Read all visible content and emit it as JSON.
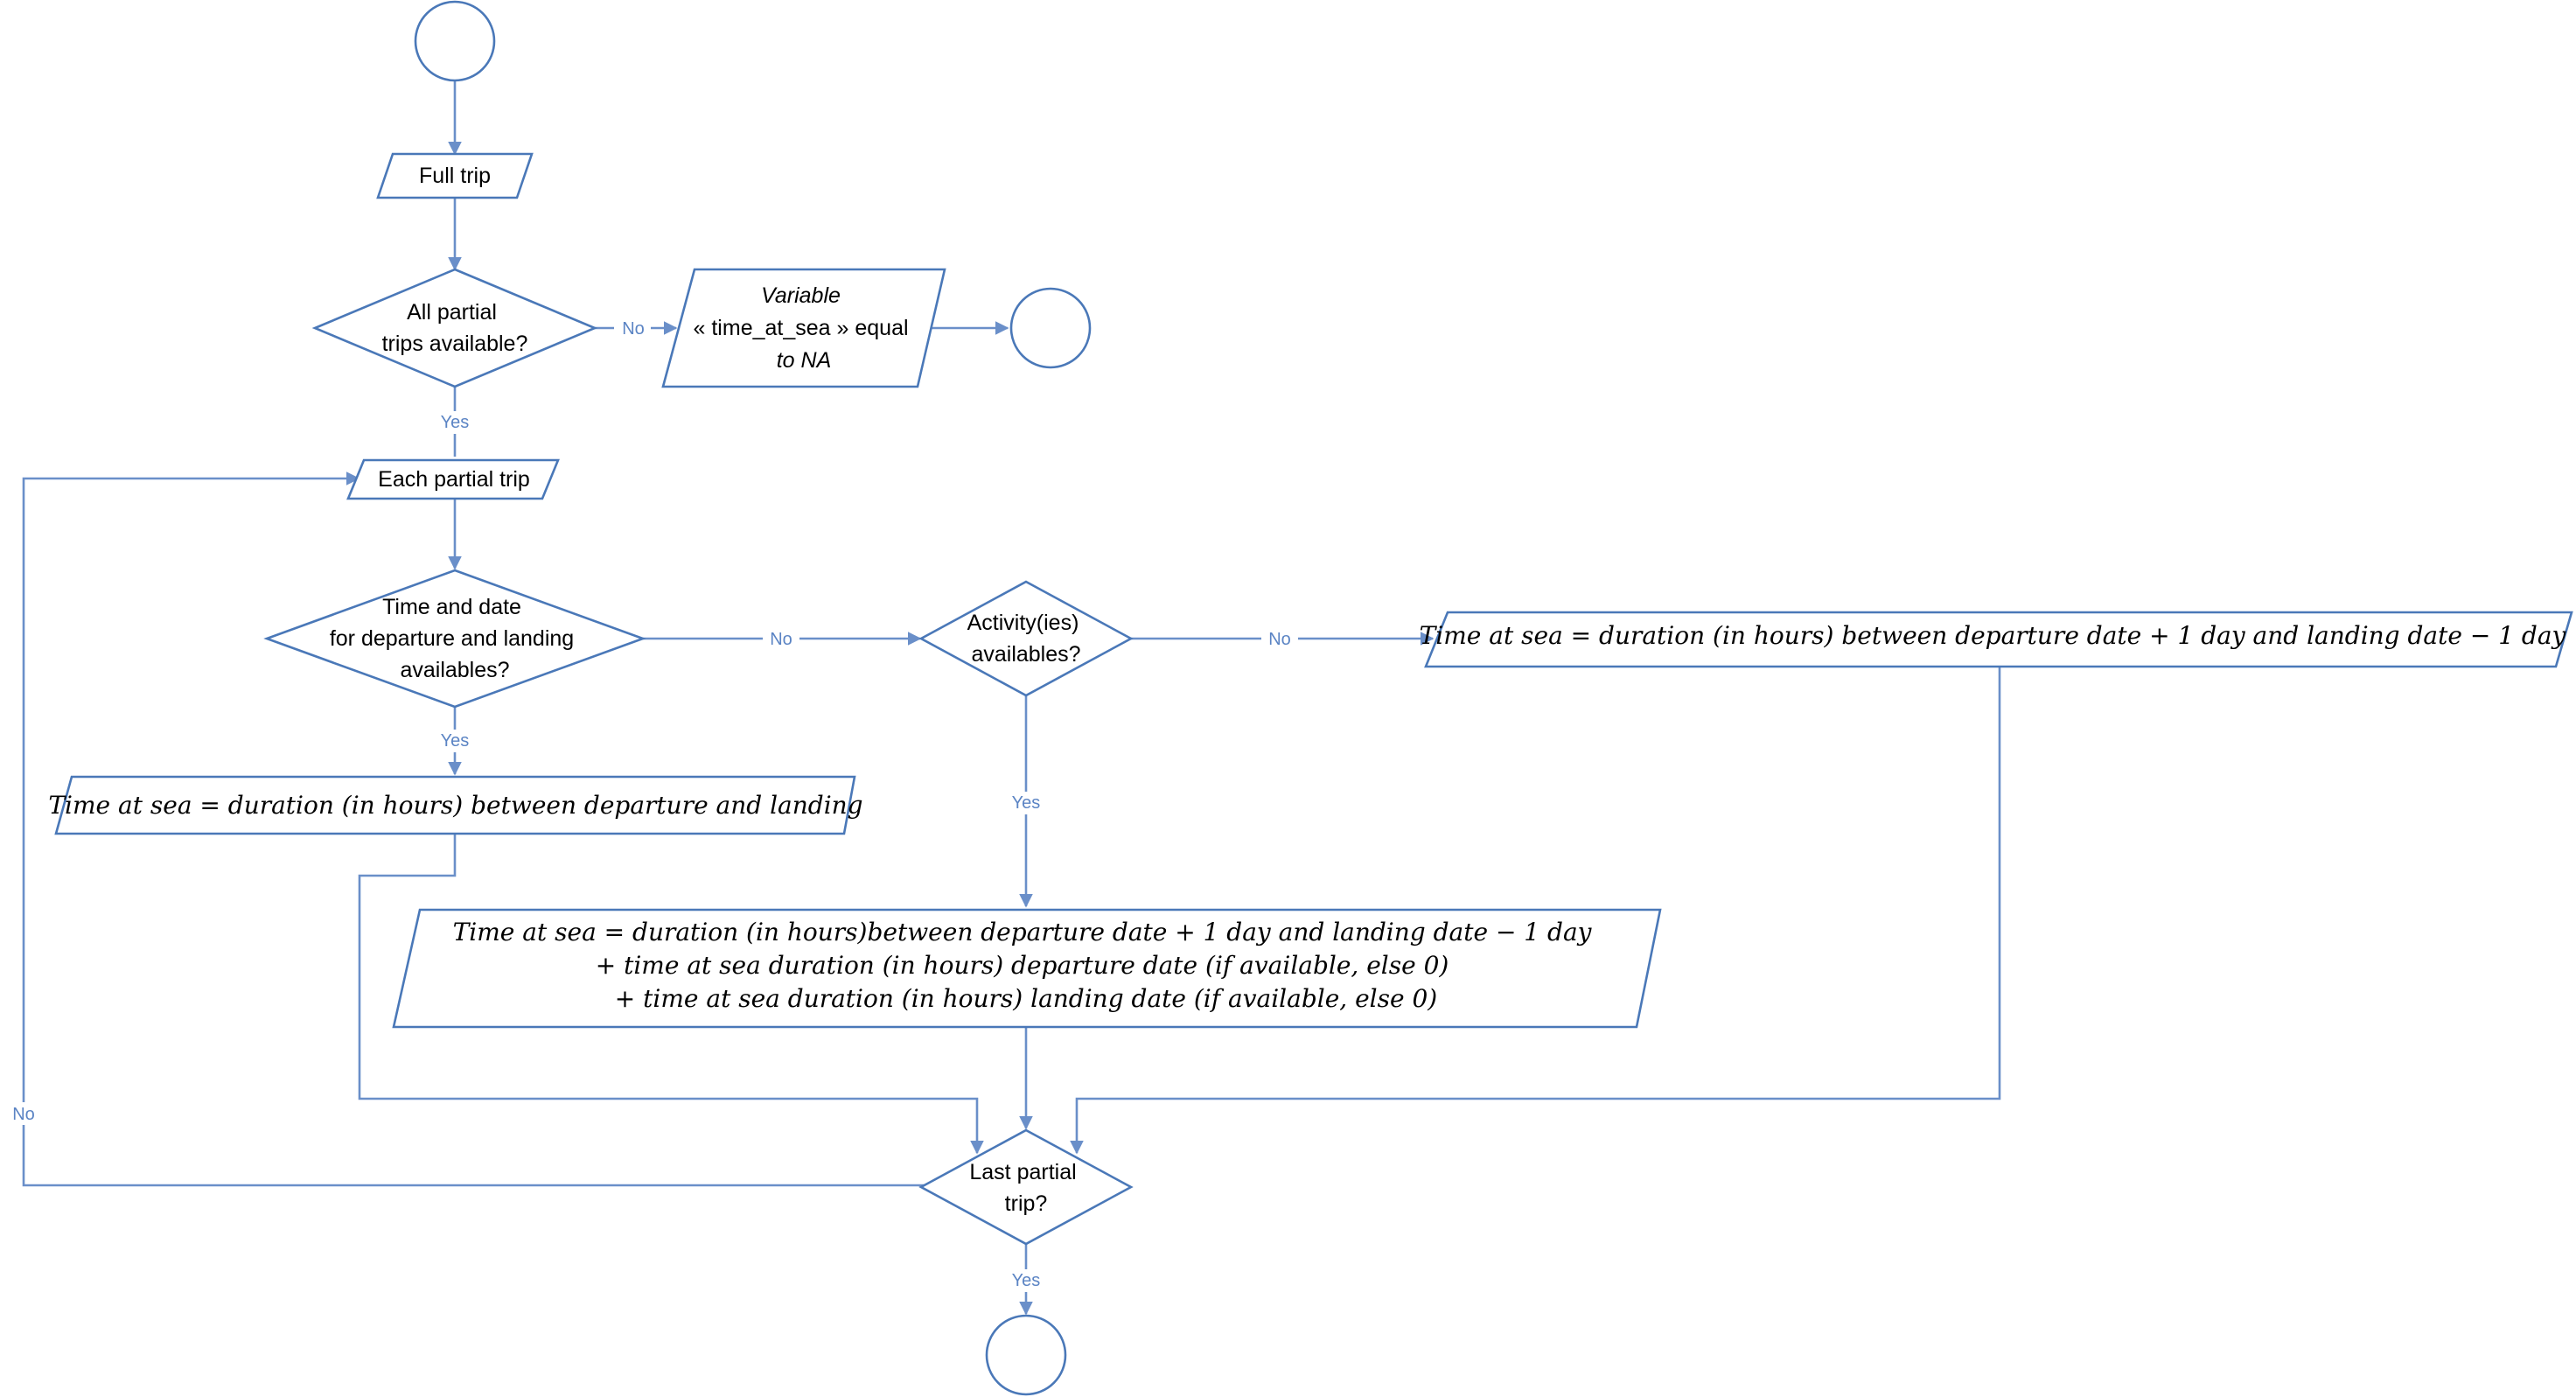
{
  "nodes": {
    "full_trip": "Full trip",
    "all_partial": [
      "All partial",
      "trips available?"
    ],
    "variable_na": [
      "Variable",
      "« time_at_sea » equal",
      "to NA"
    ],
    "each_partial": "Each partial trip",
    "time_date_available": [
      "Time and date",
      "for departure and landing",
      "availables?"
    ],
    "activities_available": [
      "Activity(ies)",
      "availables?"
    ],
    "formula_no_activity": "Time at sea  = duration (in hours) between departure date + 1 day and landing date − 1 day",
    "formula_basic": "Time at sea  = duration (in hours) between departure and landing",
    "formula_activity": [
      "Time at sea  = duration (in hours)between departure date + 1 day and landing date − 1 day",
      "+ time at sea duration (in hours) departure date (if  available, else 0)",
      "+ time at sea duration (in hours) landing date (if  available, else 0)"
    ],
    "last_partial": [
      "Last partial",
      "trip?"
    ]
  },
  "edge_labels": {
    "no": "No",
    "yes": "Yes"
  },
  "colors": {
    "shape_stroke": "#4a78b8",
    "edge_stroke": "#6a8fc9",
    "edge_label": "#5b84c4"
  }
}
